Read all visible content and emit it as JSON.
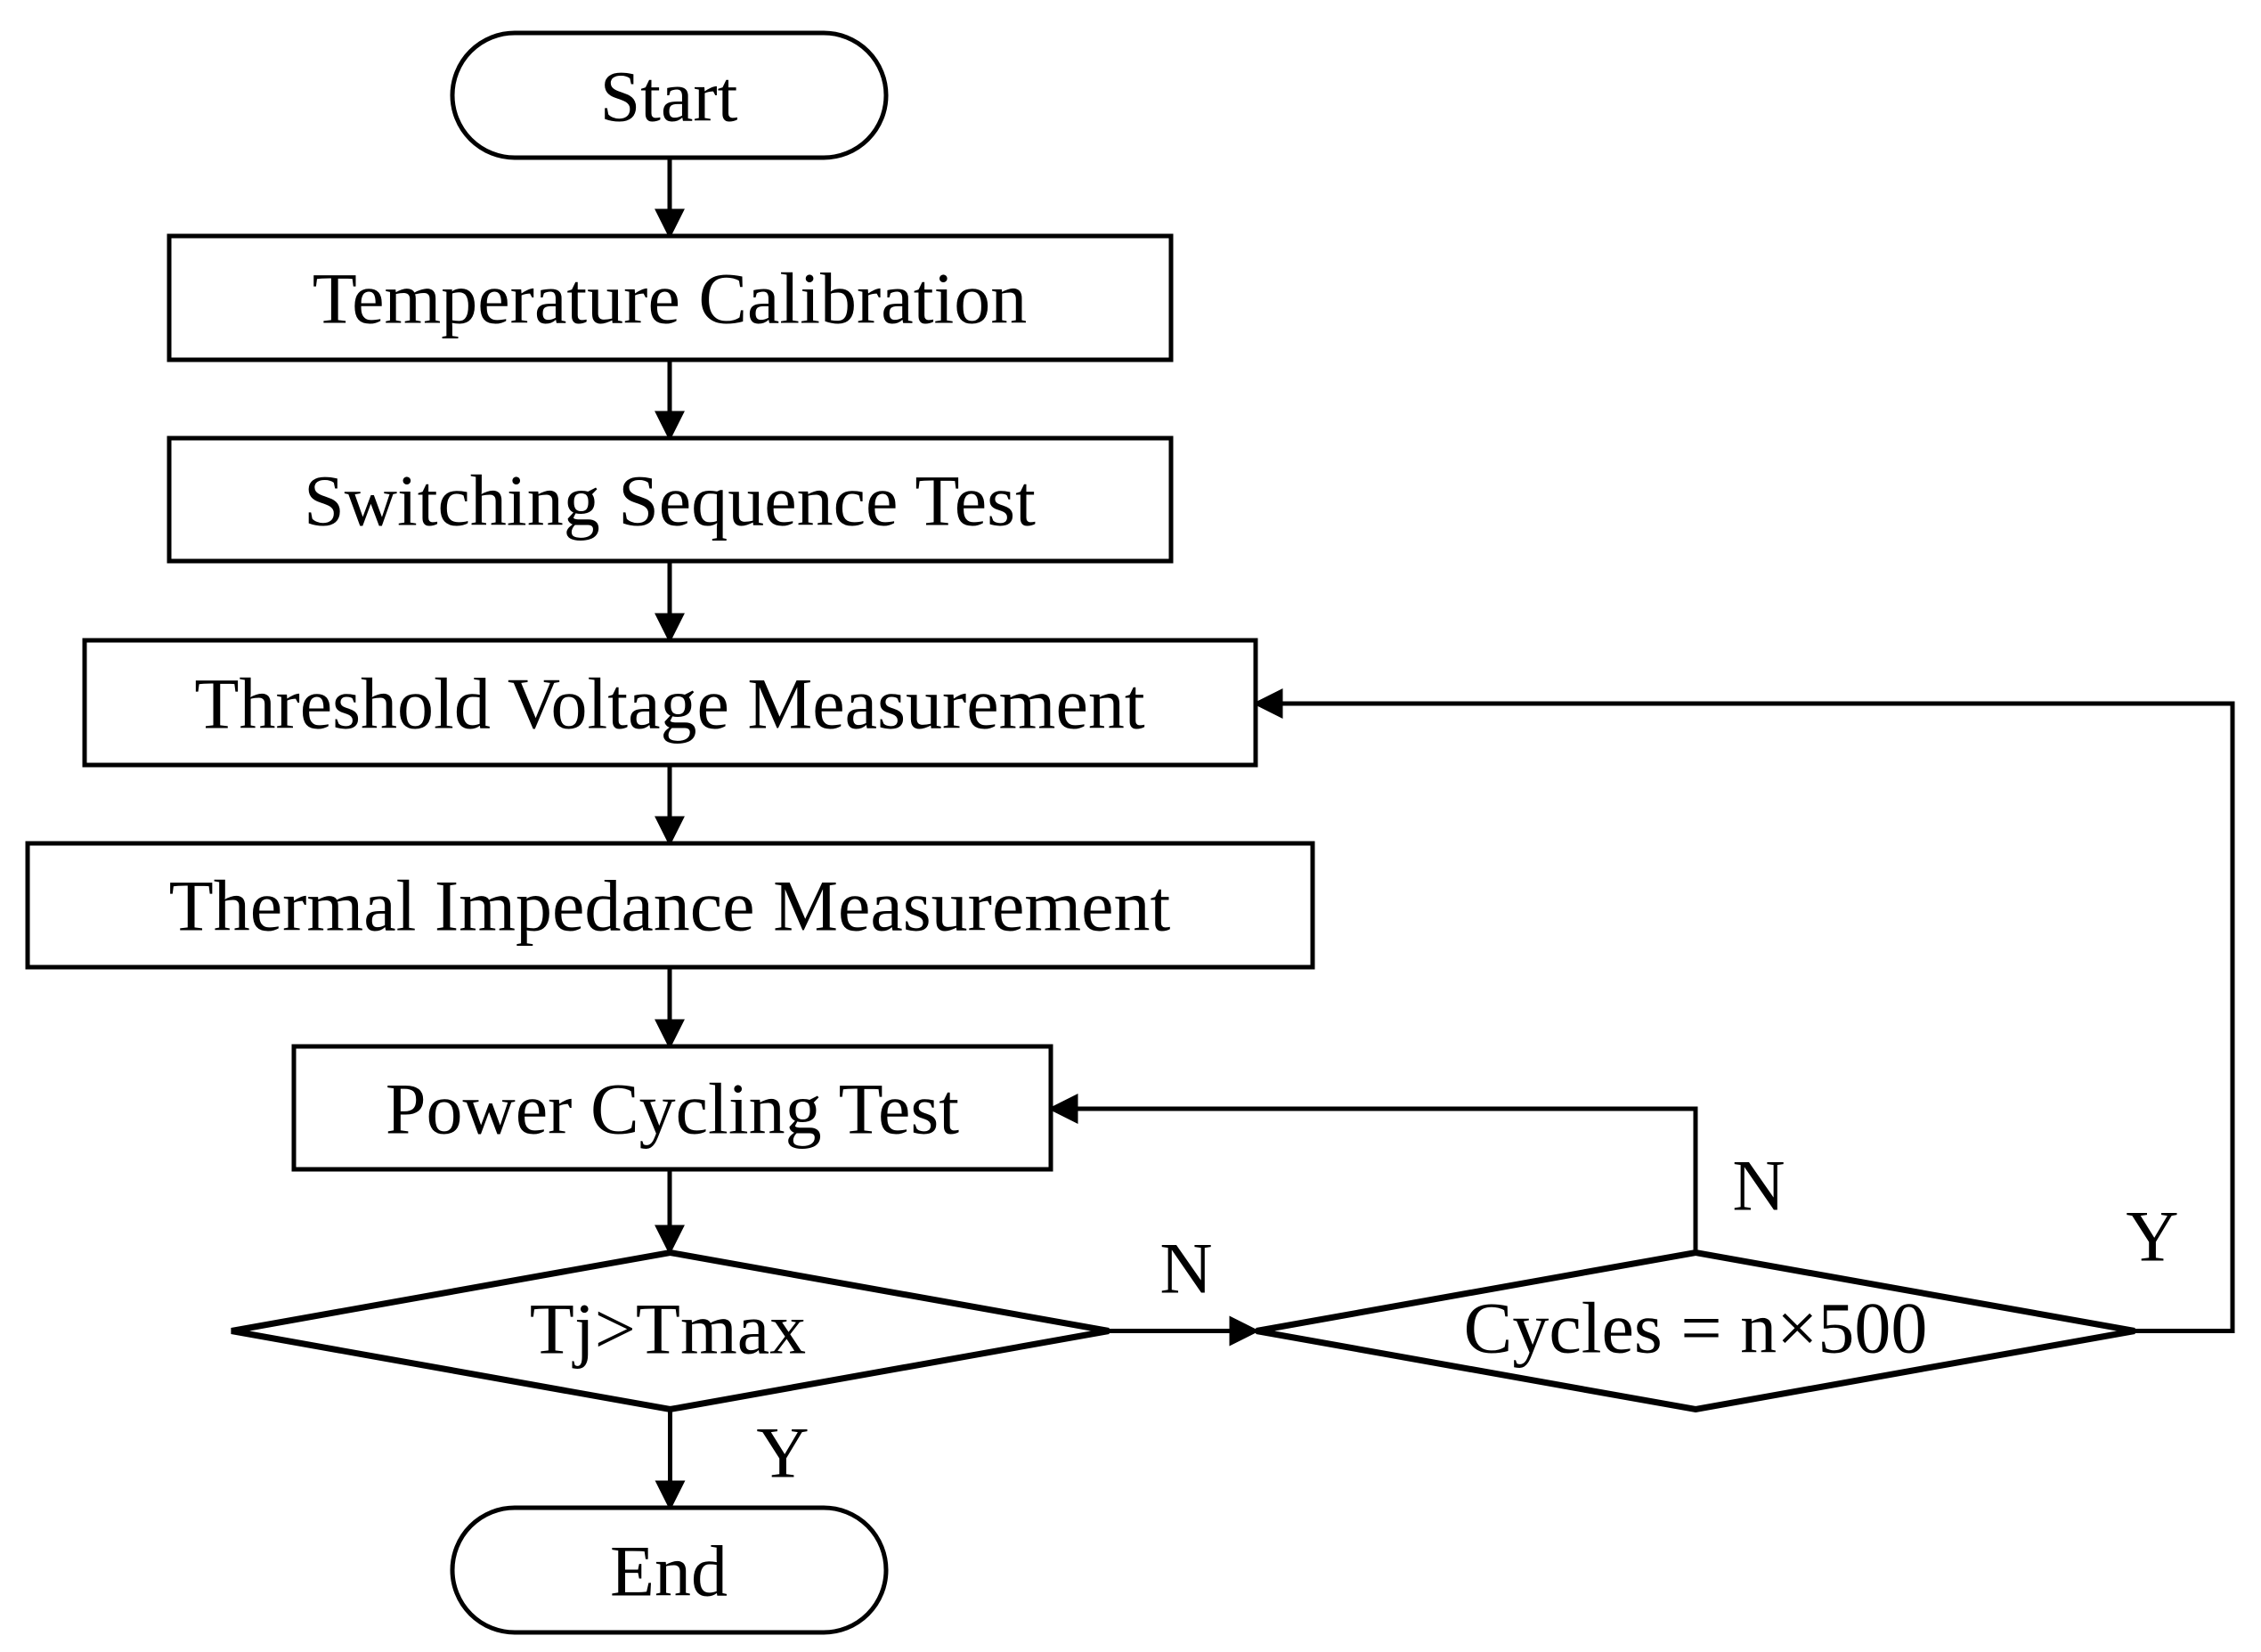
{
  "diagram": {
    "type": "flowchart",
    "colors": {
      "stroke": "#000000",
      "fill": "#ffffff",
      "text": "#000000",
      "background": "#ffffff"
    },
    "nodes": {
      "start": {
        "label": "Start",
        "shape": "terminator"
      },
      "temperature_calibration": {
        "label": "Temperature Calibration",
        "shape": "process"
      },
      "switching_sequence_test": {
        "label": "Switching Sequence Test",
        "shape": "process"
      },
      "threshold_voltage_measurement": {
        "label": "Threshold Voltage Measurement",
        "shape": "process"
      },
      "thermal_impedance_measurement": {
        "label": "Thermal Impedance Measurement",
        "shape": "process"
      },
      "power_cycling_test": {
        "label": "Power Cycling Test",
        "shape": "process"
      },
      "tj_gt_tmax_decision": {
        "label": "Tj>Tmax",
        "shape": "decision"
      },
      "cycles_decision": {
        "label": "Cycles = n×500",
        "shape": "decision"
      },
      "end": {
        "label": "End",
        "shape": "terminator"
      }
    },
    "edges": [
      {
        "from": "start",
        "to": "temperature_calibration",
        "label": ""
      },
      {
        "from": "temperature_calibration",
        "to": "switching_sequence_test",
        "label": ""
      },
      {
        "from": "switching_sequence_test",
        "to": "threshold_voltage_measurement",
        "label": ""
      },
      {
        "from": "threshold_voltage_measurement",
        "to": "thermal_impedance_measurement",
        "label": ""
      },
      {
        "from": "thermal_impedance_measurement",
        "to": "power_cycling_test",
        "label": ""
      },
      {
        "from": "power_cycling_test",
        "to": "tj_gt_tmax_decision",
        "label": ""
      },
      {
        "from": "tj_gt_tmax_decision",
        "to": "cycles_decision",
        "label": "N"
      },
      {
        "from": "tj_gt_tmax_decision",
        "to": "end",
        "label": "Y"
      },
      {
        "from": "cycles_decision",
        "to": "power_cycling_test",
        "label": "N"
      },
      {
        "from": "cycles_decision",
        "to": "threshold_voltage_measurement",
        "label": "Y"
      }
    ]
  }
}
